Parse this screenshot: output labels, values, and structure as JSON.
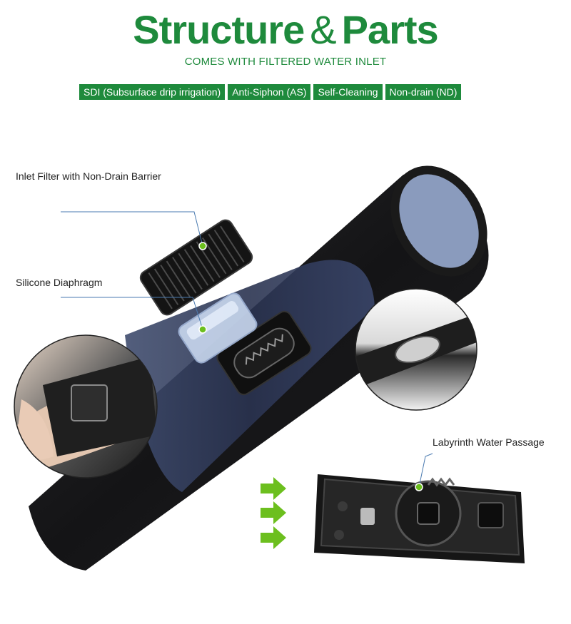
{
  "header": {
    "title_part1": "Structure",
    "title_amp": "&",
    "title_part2": "Parts",
    "subtitle": "COMES WITH FILTERED WATER INLET"
  },
  "tags": [
    "SDI (Subsurface drip irrigation)",
    "Anti-Siphon (AS)",
    "Self-Cleaning",
    "Non-drain (ND)"
  ],
  "callouts": {
    "inlet_filter": "Inlet Filter with Non-Drain Barrier",
    "diaphragm": "Silicone Diaphragm",
    "labyrinth": "Labyrinth  Water Passage"
  },
  "colors": {
    "brand_green": "#1e8a3c",
    "arrow_green": "#6cbf1e",
    "pipe_black": "#1c1c1e",
    "pipe_inner_blue": "#8a9bbd"
  },
  "icons": [
    "flow-arrow-icon",
    "callout-dot-icon"
  ]
}
